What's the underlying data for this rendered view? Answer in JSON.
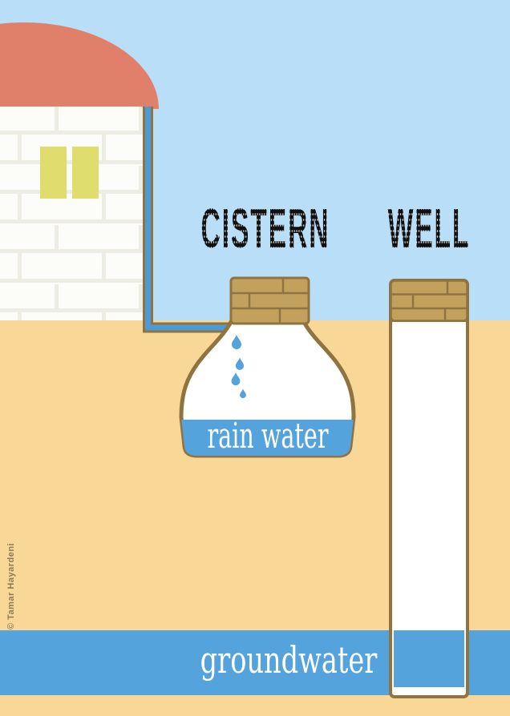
{
  "illustration": {
    "headings": {
      "cistern": "CISTERN",
      "well": "WELL"
    },
    "labels": {
      "rain_water": "rain water",
      "groundwater": "groundwater"
    },
    "copyright": "© Tamar Hayardeni",
    "icons": [
      "water-drop-icon",
      "water-drop-icon",
      "water-drop-icon",
      "water-drop-icon"
    ],
    "colors": {
      "sky": "#B9DEF8",
      "ground": "#F9D797",
      "water": "#55A3DC",
      "roof": "#E0806B",
      "wall": "#FCFCF8",
      "mortar": "#EDEDE4",
      "window": "#DFDD6E",
      "pipe": "#4D9BD6",
      "outline": "#8F7340",
      "brick": "#C2A15C",
      "heading": "#111111",
      "label_text": "#FFFFFF",
      "copyright_text": "#8D7B57"
    }
  }
}
